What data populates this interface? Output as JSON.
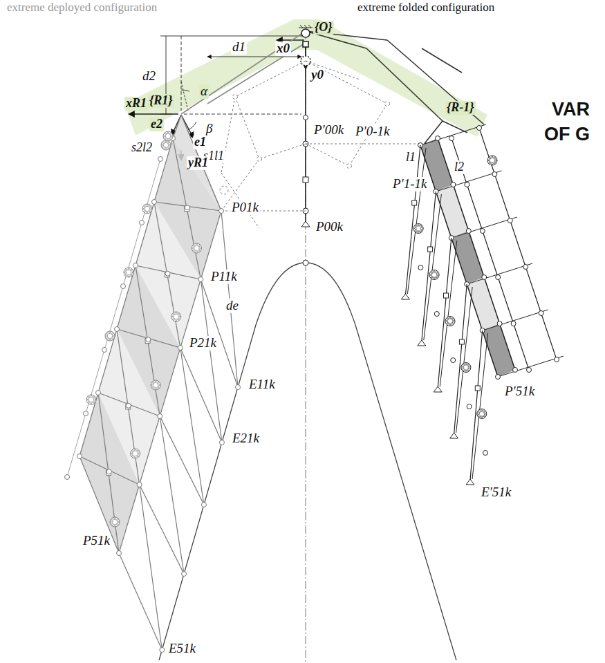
{
  "diagram": {
    "labels": [
      "extreme deployed configuration",
      "extreme folded configuration",
      "x0",
      "{O}",
      "d1",
      "d2",
      "y0",
      "α",
      "xR1",
      "{R1}",
      "{R-1}",
      "e2",
      "β",
      "e1",
      "l1",
      "l2",
      "VAR",
      "s2l2",
      "s1l1",
      "OF G",
      "yR1",
      "P'00k",
      "P'0-1k",
      "P'1-1k",
      "P01k",
      "P00k",
      "P11k",
      "de",
      "P21k",
      "E11k",
      "E21k",
      "P'51k",
      "E'51k",
      "P51k",
      "E51k"
    ]
  }
}
